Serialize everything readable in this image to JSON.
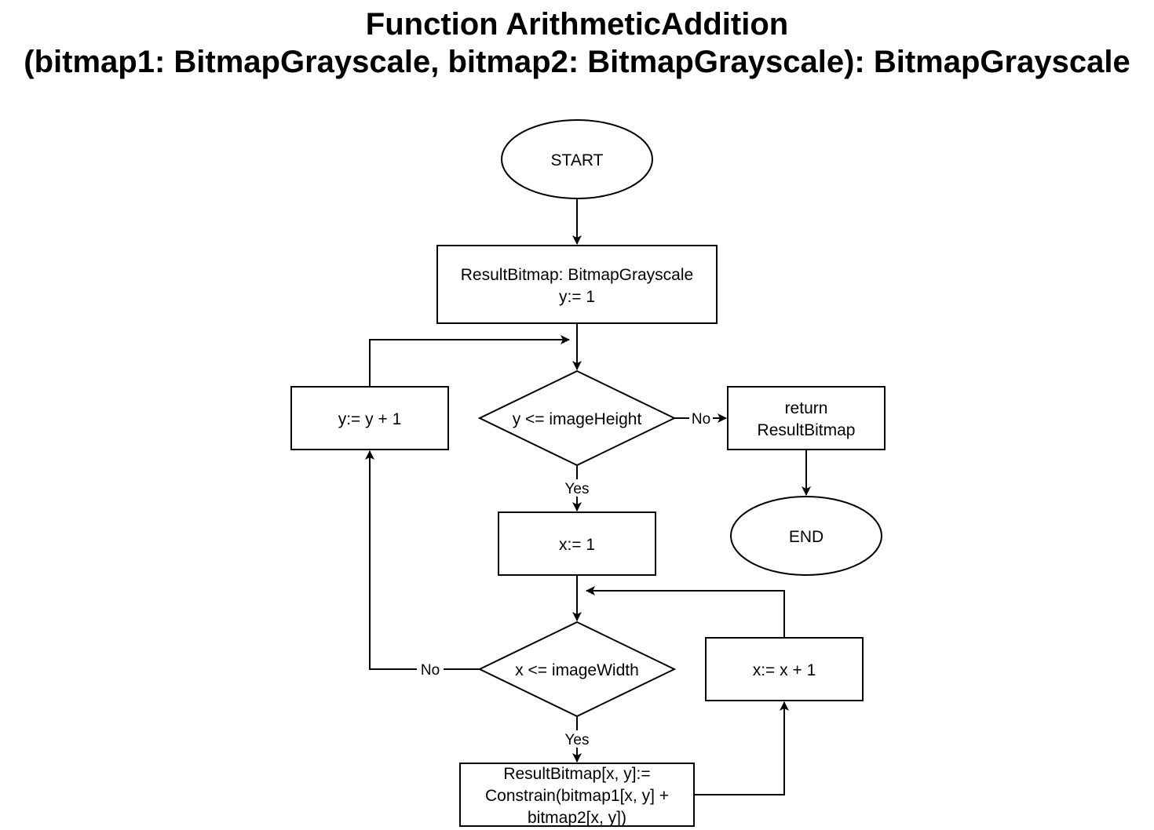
{
  "title": {
    "line1": "Function ArithmeticAddition",
    "line2": "(bitmap1: BitmapGrayscale, bitmap2: BitmapGrayscale): BitmapGrayscale"
  },
  "nodes": {
    "start": {
      "text": [
        "START"
      ]
    },
    "init": {
      "text": [
        "ResultBitmap: BitmapGrayscale",
        "y:= 1"
      ]
    },
    "cond_y": {
      "text": [
        "y <= imageHeight"
      ]
    },
    "inc_y": {
      "text": [
        "y:= y + 1"
      ]
    },
    "return": {
      "text": [
        "return",
        "ResultBitmap"
      ]
    },
    "end": {
      "text": [
        "END"
      ]
    },
    "init_x": {
      "text": [
        "x:= 1"
      ]
    },
    "cond_x": {
      "text": [
        "x <= imageWidth"
      ]
    },
    "inc_x": {
      "text": [
        "x:= x + 1"
      ]
    },
    "assign": {
      "text": [
        "ResultBitmap[x, y]:=",
        "Constrain(bitmap1[x, y] +",
        "bitmap2[x, y])"
      ]
    }
  },
  "edges": [
    {
      "id": "start-init",
      "from": "START",
      "to": "init",
      "label": ""
    },
    {
      "id": "init-cond_y",
      "from": "init",
      "to": "cond_y",
      "label": ""
    },
    {
      "id": "cond_y-return",
      "from": "cond_y",
      "to": "return",
      "label": "No"
    },
    {
      "id": "return-end",
      "from": "return",
      "to": "END",
      "label": ""
    },
    {
      "id": "cond_y-init_x",
      "from": "cond_y",
      "to": "init_x",
      "label": "Yes"
    },
    {
      "id": "init_x-cond_x",
      "from": "init_x",
      "to": "cond_x",
      "label": ""
    },
    {
      "id": "cond_x-inc_y",
      "from": "cond_x",
      "to": "inc_y",
      "label": "No"
    },
    {
      "id": "inc_y-loop",
      "from": "inc_y",
      "to": "cond_y",
      "label": ""
    },
    {
      "id": "cond_x-assign",
      "from": "cond_x",
      "to": "assign",
      "label": "Yes"
    },
    {
      "id": "assign-inc_x",
      "from": "assign",
      "to": "inc_x",
      "label": ""
    },
    {
      "id": "inc_x-loop",
      "from": "inc_x",
      "to": "cond_x",
      "label": ""
    }
  ]
}
